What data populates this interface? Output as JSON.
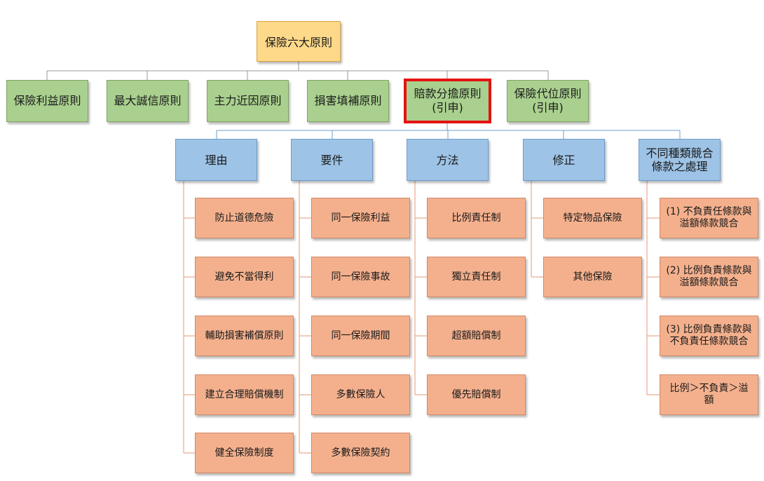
{
  "root": "保險六大原則",
  "principles": [
    "保險利益原則",
    "最大誠信原則",
    "主力近因原則",
    "損害填補原則",
    "賠款分擔原則\n(引申)",
    "保險代位原則\n(引申)"
  ],
  "categories": [
    {
      "title": "理由",
      "items": [
        "防止道德危險",
        "避免不當得利",
        "輔助損害補償原則",
        "建立合理賠償機制",
        "健全保險制度"
      ]
    },
    {
      "title": "要件",
      "items": [
        "同一保險利益",
        "同一保險事故",
        "同一保險期間",
        "多數保險人",
        "多數保險契約"
      ]
    },
    {
      "title": "方法",
      "items": [
        "比例責任制",
        "獨立責任制",
        "超額賠償制",
        "優先賠償制"
      ]
    },
    {
      "title": "修正",
      "items": [
        "特定物品保險",
        "其他保險"
      ]
    },
    {
      "title": "不同種類競合\n條款之處理",
      "items": [
        "(1) 不負責任條款與\n溢額條款競合",
        "(2) 比例負責條款與\n溢額條款競合",
        "(3) 比例負責條款與\n不負責任條款競合",
        "比例＞不負責＞溢\n額"
      ]
    }
  ],
  "highlight_color": "#e41313"
}
